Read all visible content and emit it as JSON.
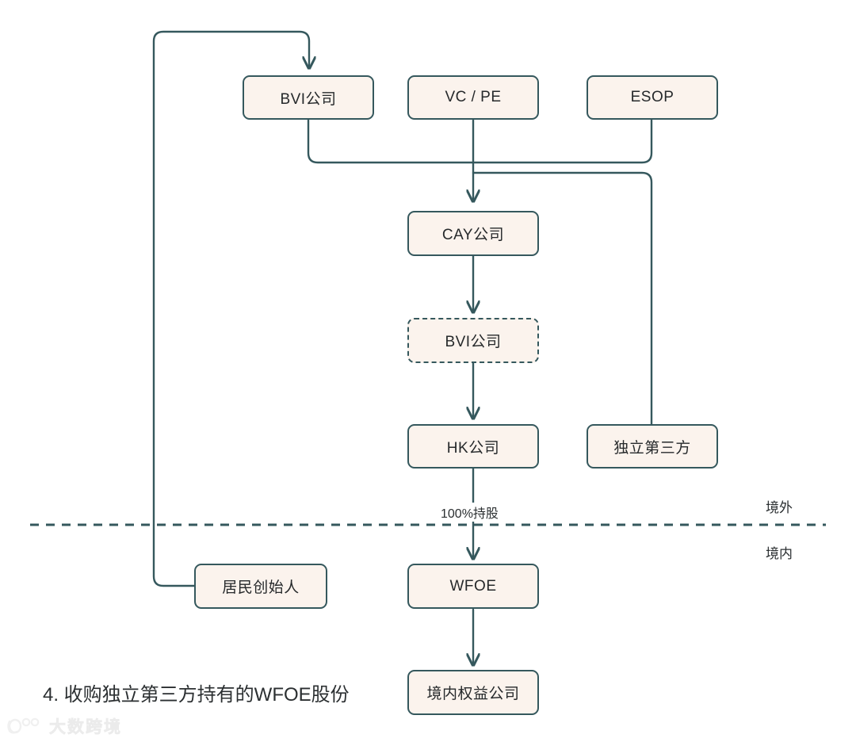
{
  "diagram": {
    "caption": "4. 收购独立第三方持有的WFOE股份",
    "colors": {
      "box_fill": "#fbf3ed",
      "box_border": "#35585d",
      "connector": "#35585d",
      "text": "#26292b",
      "background": "#ffffff"
    },
    "nodes": [
      {
        "id": "bvi-top",
        "label": "BVI公司",
        "style": "solid"
      },
      {
        "id": "vc-pe",
        "label": "VC / PE",
        "style": "solid"
      },
      {
        "id": "esop",
        "label": "ESOP",
        "style": "solid"
      },
      {
        "id": "cay",
        "label": "CAY公司",
        "style": "solid"
      },
      {
        "id": "bvi-mid",
        "label": "BVI公司",
        "style": "dashed"
      },
      {
        "id": "hk",
        "label": "HK公司",
        "style": "solid"
      },
      {
        "id": "third-party",
        "label": "独立第三方",
        "style": "solid"
      },
      {
        "id": "founder",
        "label": "居民创始人",
        "style": "solid"
      },
      {
        "id": "wfoe",
        "label": "WFOE",
        "style": "solid"
      },
      {
        "id": "domestic-coe",
        "label": "境内权益公司",
        "style": "solid"
      }
    ],
    "edge_labels": [
      {
        "id": "hk-to-wfoe",
        "text": "100%持股"
      }
    ],
    "zone_labels": [
      {
        "id": "offshore",
        "text": "境外"
      },
      {
        "id": "onshore",
        "text": "境内"
      }
    ],
    "divider": {
      "id": "jurisdiction-divider",
      "style": "dashed"
    }
  },
  "watermark": {
    "text": "大数跨境",
    "icon": "logo-mark-icon"
  }
}
